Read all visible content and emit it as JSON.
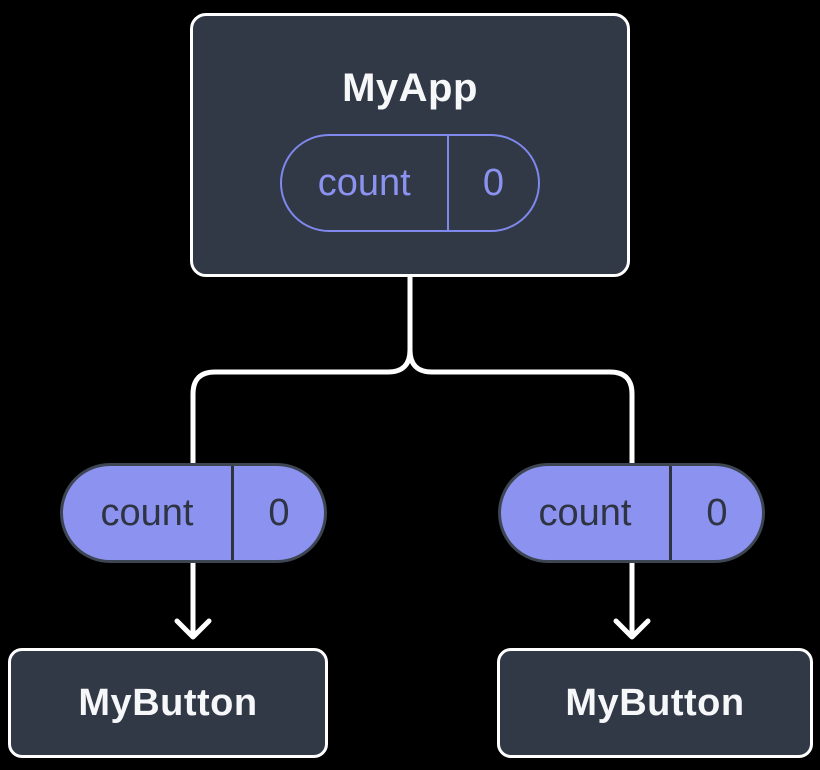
{
  "diagram": {
    "description": "React component tree showing state in MyApp passed as props to two MyButton children",
    "background_color": "#000000",
    "colors": {
      "node_fill": "#313846",
      "node_border": "#ffffff",
      "accent_purple": "#8b92ef",
      "accent_stroke": "#7f88ec",
      "dark_text": "#2e3442",
      "light_text": "#f6f7f9",
      "connector": "#ffffff"
    },
    "root": {
      "title": "MyApp",
      "state": {
        "name": "count",
        "value": "0"
      }
    },
    "children": [
      {
        "title": "MyButton",
        "prop": {
          "name": "count",
          "value": "0"
        }
      },
      {
        "title": "MyButton",
        "prop": {
          "name": "count",
          "value": "0"
        }
      }
    ]
  }
}
